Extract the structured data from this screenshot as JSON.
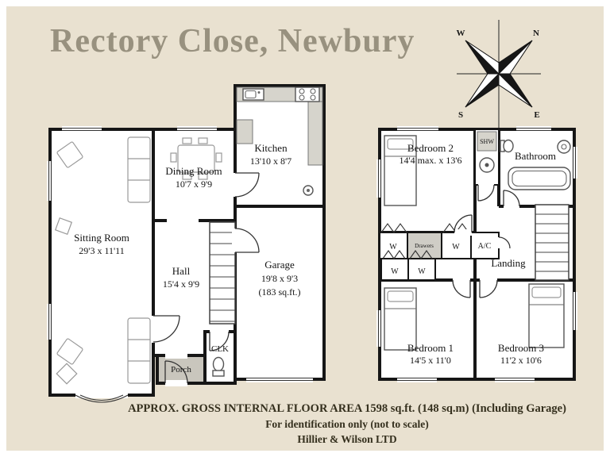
{
  "title": "Rectory Close, Newbury",
  "footer": {
    "line1": "APPROX. GROSS INTERNAL FLOOR AREA 1598 sq.ft. (148 sq.m) (Including Garage)",
    "line2": "For identification only (not to scale)",
    "line3": "Hillier & Wilson LTD"
  },
  "colors": {
    "background": "#e9e1d0",
    "title_text": "#98917f",
    "wall": "#161616",
    "room_fill": "#ffffff",
    "fixture_gray": "#cfcdc6",
    "footer_text": "#35301e"
  },
  "compass": {
    "n": "N",
    "e": "E",
    "s": "S",
    "w": "W"
  },
  "ground_floor": {
    "sitting_room": {
      "name": "Sitting Room",
      "dims": "29'3 x 11'11"
    },
    "dining_room": {
      "name": "Dining Room",
      "dims": "10'7 x 9'9"
    },
    "kitchen": {
      "name": "Kitchen",
      "dims": "13'10 x 8'7"
    },
    "hall": {
      "name": "Hall",
      "dims": "15'4 x 9'9"
    },
    "garage": {
      "name": "Garage",
      "dims": "19'8 x 9'3",
      "area": "(183 sq.ft.)"
    },
    "porch": {
      "name": "Porch"
    },
    "cloakroom": {
      "name": "CLK"
    }
  },
  "first_floor": {
    "bedroom2": {
      "name": "Bedroom 2",
      "dims": "14'4 max. x 13'6"
    },
    "shower": {
      "name": "SHW"
    },
    "bathroom": {
      "name": "Bathroom"
    },
    "landing": {
      "name": "Landing"
    },
    "ac": {
      "name": "A/C"
    },
    "drawers": {
      "name": "Drawers"
    },
    "wardrobe": {
      "name": "W"
    },
    "bedroom1": {
      "name": "Bedroom 1",
      "dims": "14'5 x 11'0"
    },
    "bedroom3": {
      "name": "Bedroom 3",
      "dims": "11'2 x 10'6"
    }
  }
}
